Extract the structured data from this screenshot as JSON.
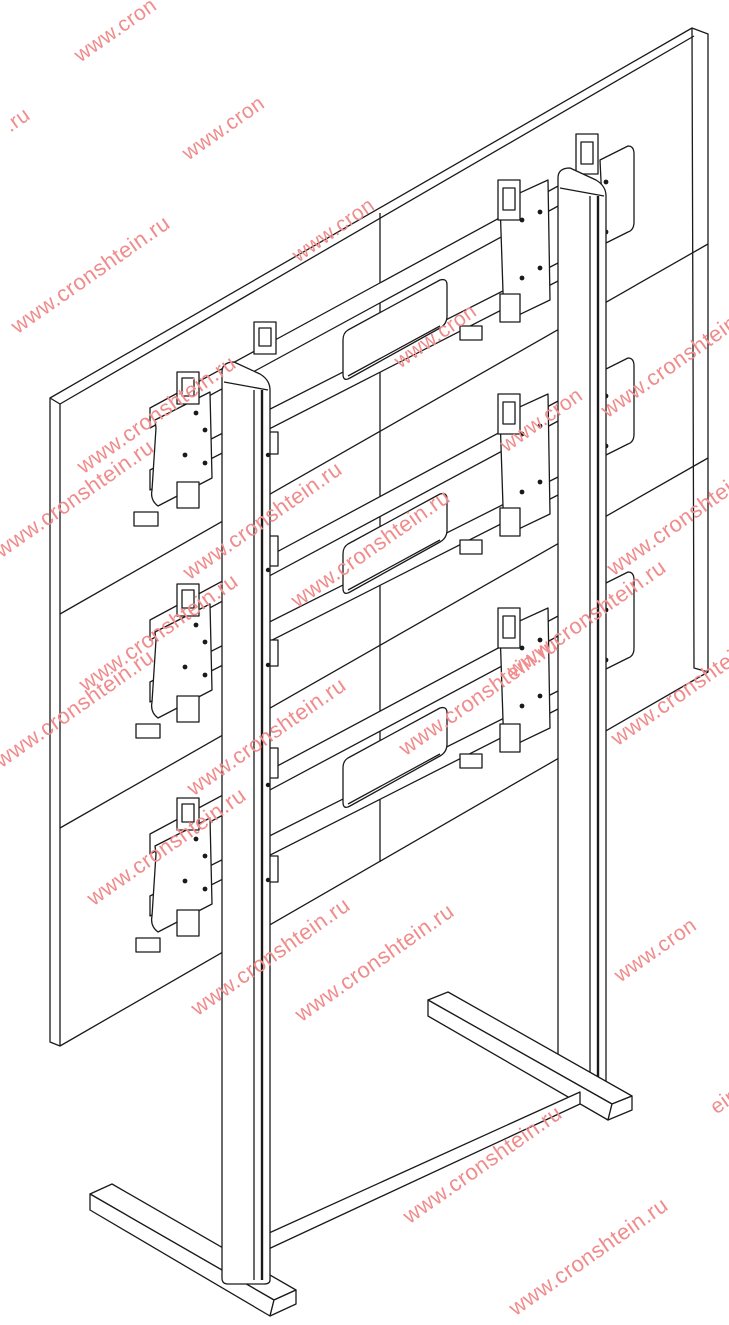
{
  "figure": {
    "subject": "video-wall-floor-stand-3x2",
    "colors": {
      "line": "#1a1a1a",
      "background": "#ffffff",
      "watermark": "#f08c8c"
    }
  },
  "watermarks": [
    {
      "text": "www.cron",
      "kind": "short"
    },
    {
      "text": ".ru",
      "kind": "short"
    },
    {
      "text": "www.cron",
      "kind": "short"
    },
    {
      "text": "www.cronshtein.ru",
      "kind": "full"
    },
    {
      "text": "www.cron",
      "kind": "short"
    },
    {
      "text": "www.cronshtein.ru",
      "kind": "full"
    },
    {
      "text": "www.cron",
      "kind": "short"
    },
    {
      "text": "www.cronshtein.ru",
      "kind": "full"
    },
    {
      "text": "www.cron",
      "kind": "short"
    },
    {
      "text": "www.cronshtein.ru",
      "kind": "full"
    },
    {
      "text": "www.cronshtein.ru",
      "kind": "full"
    },
    {
      "text": "www.cronshtein.ru",
      "kind": "full"
    },
    {
      "text": "www.cronshtein.ru",
      "kind": "full"
    },
    {
      "text": "www.cronshtein.ru",
      "kind": "full"
    },
    {
      "text": "www.cronshtein.ru",
      "kind": "full"
    },
    {
      "text": "www.cronshtein.ru",
      "kind": "full"
    },
    {
      "text": "www.cronshtein.ru",
      "kind": "full"
    },
    {
      "text": "www.cronshtein.ru",
      "kind": "full"
    },
    {
      "text": "www.cronshtein.ru",
      "kind": "full"
    },
    {
      "text": "www.cronshtein.ru",
      "kind": "full"
    },
    {
      "text": "www.cronshtein.ru",
      "kind": "full"
    },
    {
      "text": "www.cronshtein.ru",
      "kind": "full"
    },
    {
      "text": "www.cron",
      "kind": "short"
    },
    {
      "text": "www.cronshtein.ru",
      "kind": "full"
    },
    {
      "text": "www.cronshtein.ru",
      "kind": "full"
    },
    {
      "text": "ein.ru",
      "kind": "short"
    }
  ]
}
